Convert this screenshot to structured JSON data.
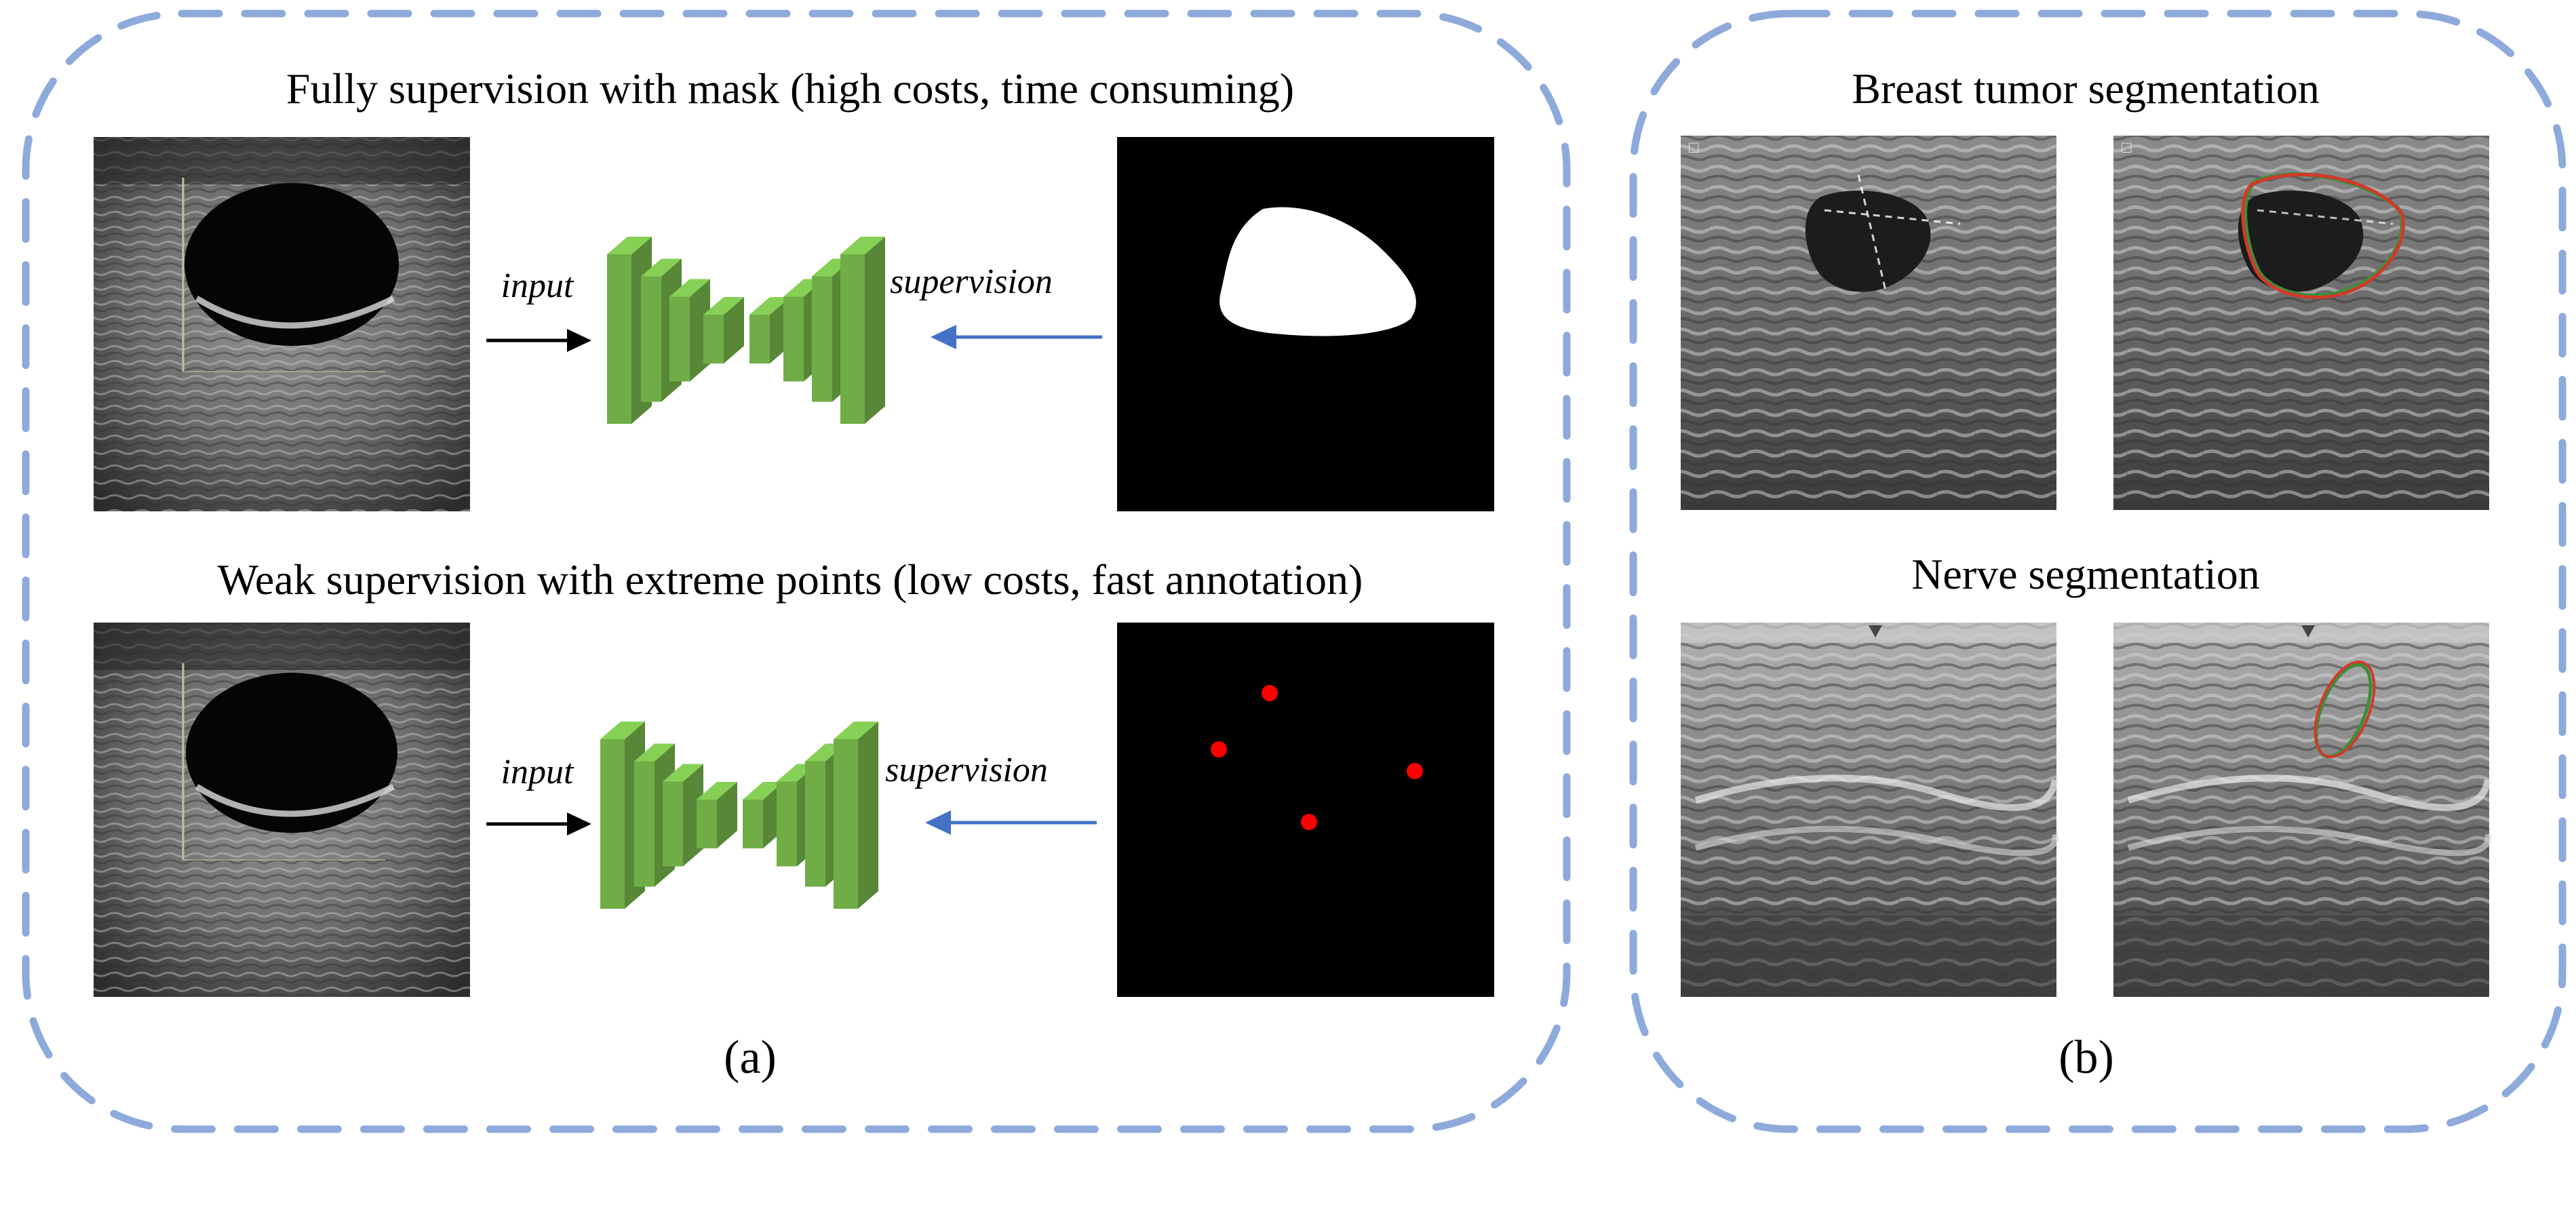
{
  "panel_a": {
    "top_title": "Fully supervision with mask (high costs, time consuming)",
    "bottom_title": "Weak supervision with extreme points (low costs, fast annotation)",
    "input_label_top": "input",
    "supervision_label_top": "supervision",
    "input_label_bottom": "input",
    "supervision_label_bottom": "supervision",
    "caption": "(a)"
  },
  "panel_b": {
    "breast_title": "Breast tumor segmentation",
    "nerve_title": "Nerve segmentation",
    "caption": "(b)"
  },
  "colors": {
    "dashed_border": "#8eaadb",
    "network_green": "#70ad47",
    "arrow_black": "#000000",
    "arrow_blue": "#4472c4",
    "extreme_point_red": "#ff0000",
    "contour_green": "#3a8f3a",
    "contour_red": "#d03a2a"
  },
  "icons": {
    "network": "encoder-decoder-network-icon",
    "arrow": "right-arrow-icon"
  }
}
